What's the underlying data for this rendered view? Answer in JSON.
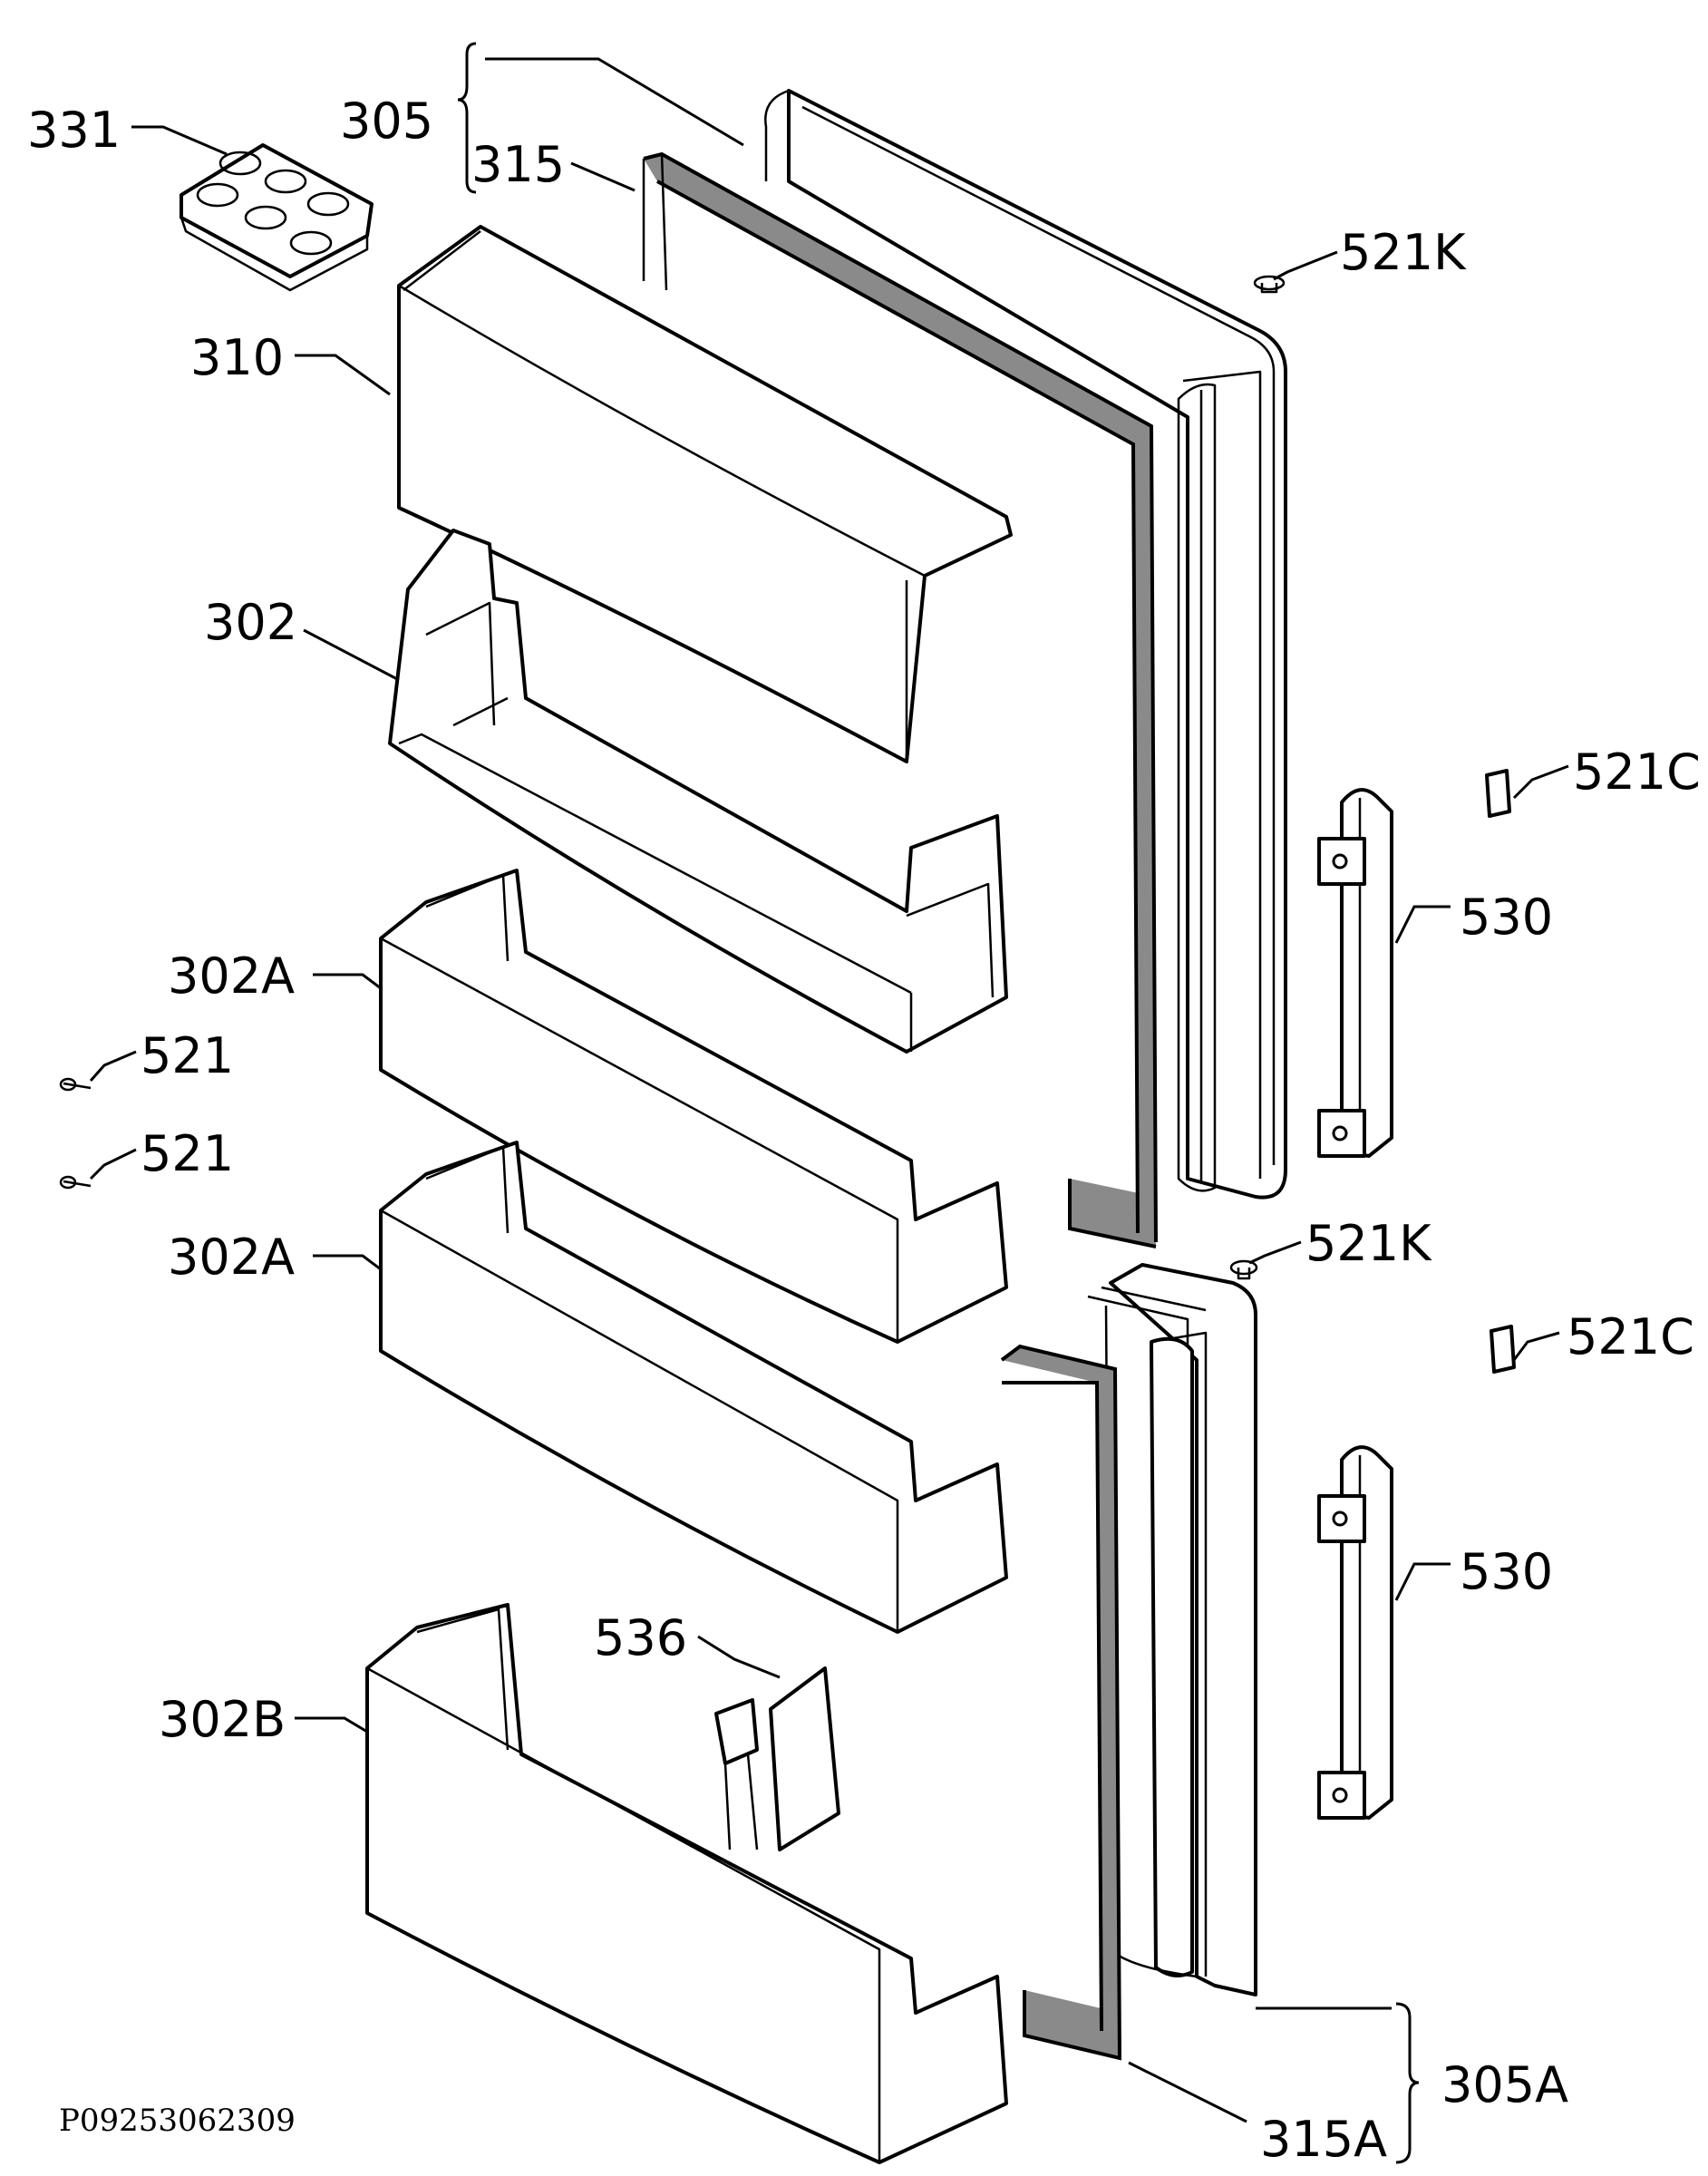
{
  "diagram_code": "P09253062309",
  "labels": {
    "l331": "331",
    "l305": "305",
    "l315": "315",
    "l310": "310",
    "l302": "302",
    "l302a_1": "302A",
    "l302a_2": "302A",
    "l302b": "302B",
    "l521_1": "521",
    "l521_2": "521",
    "l521k_1": "521K",
    "l521k_2": "521K",
    "l521c_1": "521C",
    "l521c_2": "521C",
    "l530_1": "530",
    "l530_2": "530",
    "l536": "536",
    "l305a": "305A",
    "l315a": "315A"
  }
}
